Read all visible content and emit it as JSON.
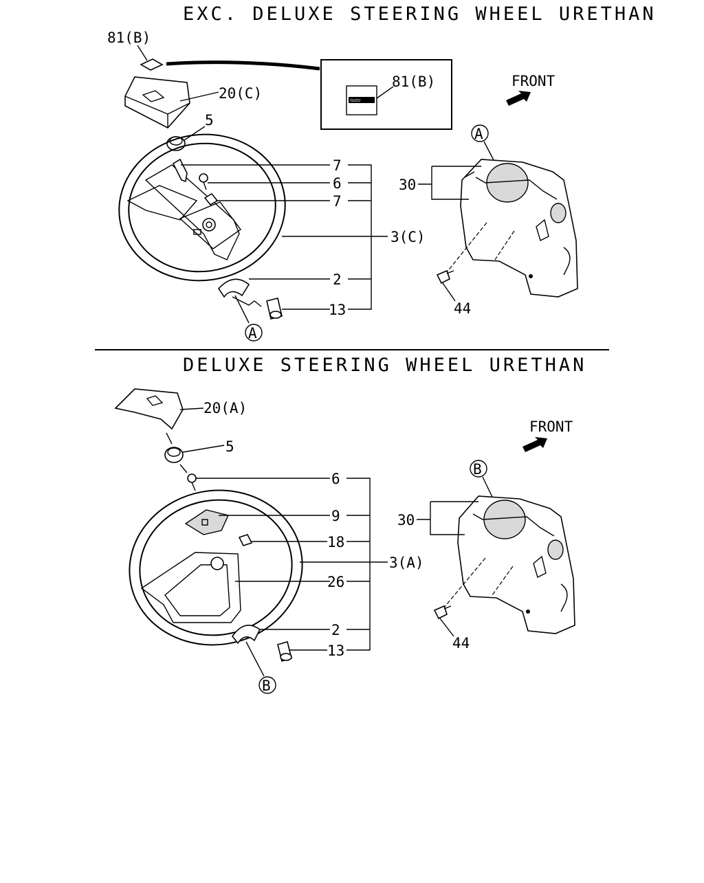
{
  "top": {
    "title": "EXC. DELUXE STEERING WHEEL URETHAN",
    "front": "FRONT",
    "circle_marker": "A",
    "labels": {
      "p81_top": "81(B)",
      "p81_box": "81(B)",
      "p20c": "20(C)",
      "p5": "5",
      "p7a": "7",
      "p6": "6",
      "p7b": "7",
      "p3c": "3(C)",
      "p2": "2",
      "p13": "13",
      "p30": "30",
      "p44": "44"
    },
    "emblem_text": "ISUZU"
  },
  "bottom": {
    "title": "DELUXE STEERING WHEEL URETHAN",
    "front": "FRONT",
    "circle_marker": "B",
    "labels": {
      "p20a": "20(A)",
      "p5": "5",
      "p6": "6",
      "p9": "9",
      "p18": "18",
      "p3a": "3(A)",
      "p26": "26",
      "p2": "2",
      "p13": "13",
      "p30": "30",
      "p44": "44"
    }
  }
}
